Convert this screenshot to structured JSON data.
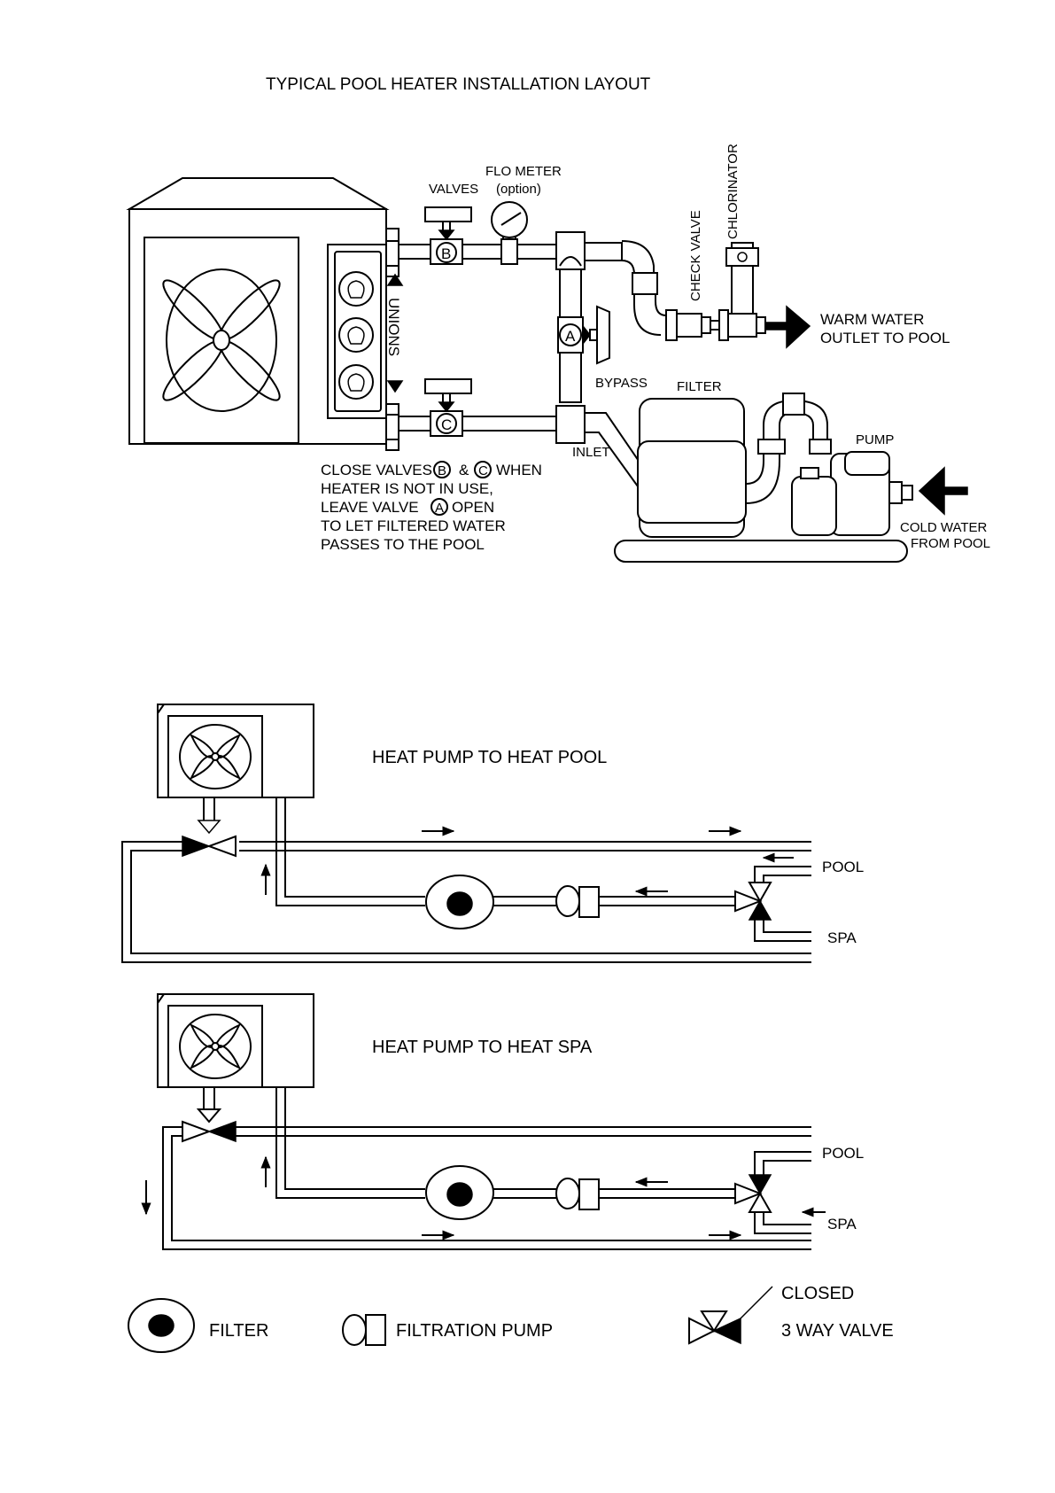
{
  "top_diagram": {
    "title": "TYPICAL POOL HEATER INSTALLATION LAYOUT",
    "valves_label": "VALVES",
    "flo_meter_label": "FLO METER",
    "flo_meter_option": "(option)",
    "check_valve_label": "CHECK VALVE",
    "chlorinator_label": "CHLORINATOR",
    "unions_label": "UNIONS",
    "bypass_label": "BYPASS",
    "filter_label": "FILTER",
    "pump_label": "PUMP",
    "inlet_label": "INLET",
    "valve_a": "A",
    "valve_b": "B",
    "valve_c": "C",
    "warm_water_line1": "WARM WATER",
    "warm_water_line2": "OUTLET TO POOL",
    "cold_water_line1": "COLD WATER",
    "cold_water_line2": "FROM POOL",
    "note_line1_a": "CLOSE VALVES",
    "note_line1_b": "&",
    "note_line1_c": "WHEN",
    "note_line2": "HEATER IS NOT IN USE,",
    "note_line3_a": "LEAVE VALVE",
    "note_line3_b": "OPEN",
    "note_line4": "TO LET FILTERED WATER",
    "note_line5": "PASSES TO THE POOL"
  },
  "pool_diagram": {
    "title": "HEAT PUMP TO HEAT POOL",
    "pool_label": "POOL",
    "spa_label": "SPA"
  },
  "spa_diagram": {
    "title": "HEAT PUMP TO HEAT SPA",
    "pool_label": "POOL",
    "spa_label": "SPA"
  },
  "legend": {
    "filter_label": "FILTER",
    "filtration_pump_label": "FILTRATION PUMP",
    "closed_label": "CLOSED",
    "three_way_valve_label": "3 WAY VALVE"
  }
}
